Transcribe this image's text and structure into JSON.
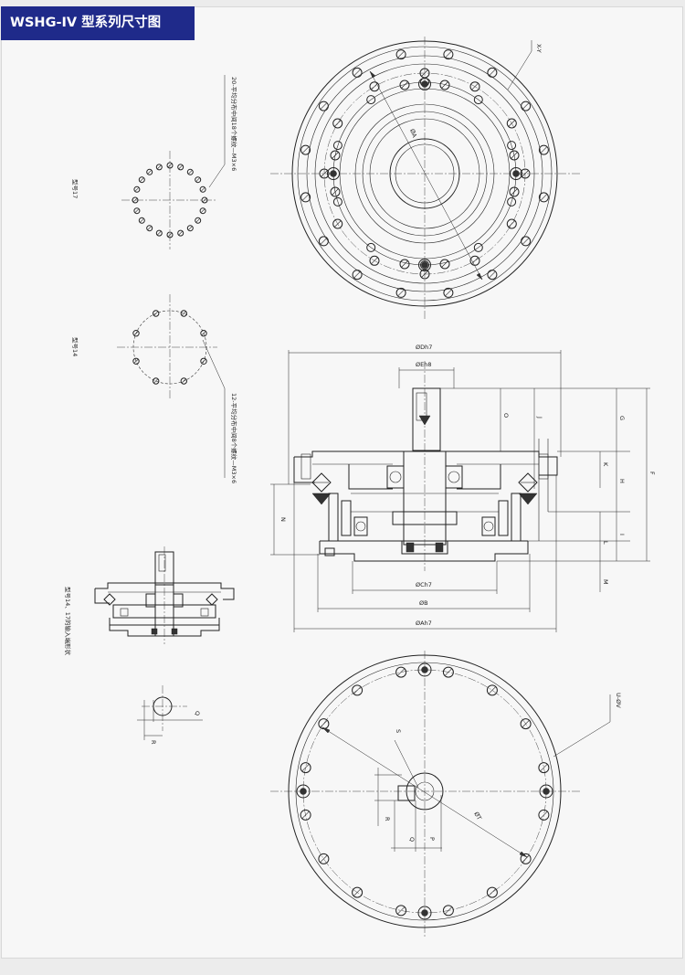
{
  "title": "WSHG-IV 型系列尺寸图",
  "labels": {
    "size17": "型号17",
    "size14": "型号14",
    "note20": "20-平均分布中间18个螺纹—M3×6",
    "note12": "12-平均分布中间8个螺纹—M3×6",
    "inputNote": "型号14、17的输入端形状",
    "xy": "X-Y",
    "phiA": "ØA",
    "phiDh7": "ØDh7",
    "phiEh8": "ØEh8",
    "phiCh7": "ØCh7",
    "phiB": "ØB",
    "phiAh7": "ØAh7",
    "phiT": "ØT",
    "uPhiV": "U-ØV",
    "O": "O",
    "J": "J",
    "G": "G",
    "K": "K",
    "H": "H",
    "F": "F",
    "I": "I",
    "L": "L",
    "M": "M",
    "N": "N",
    "Q": "Q",
    "P": "P",
    "R": "R",
    "S": "S"
  }
}
